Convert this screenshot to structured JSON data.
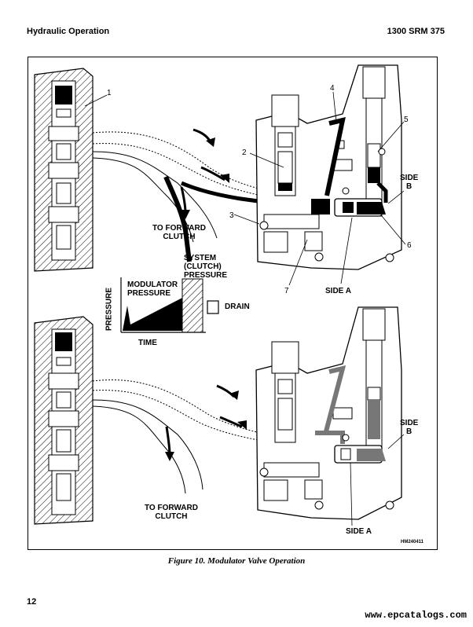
{
  "header": {
    "left": "Hydraulic Operation",
    "right": "1300 SRM 375"
  },
  "figure": {
    "callouts": [
      "1",
      "2",
      "3",
      "4",
      "5",
      "6",
      "7"
    ],
    "labels": {
      "to_forward_clutch_top": "TO FORWARD\nCLUTCH",
      "to_forward_clutch_bottom": "TO FORWARD\nCLUTCH",
      "side_b_top": "SIDE\nB",
      "side_b_bottom": "SIDE\nB",
      "side_a_top": "SIDE A",
      "side_a_bottom": "SIDE A",
      "system_pressure": "SYSTEM\n(CLUTCH)\nPRESSURE",
      "modulator_pressure": "MODULATOR\nPRESSURE",
      "pressure_axis": "PRESSURE",
      "time_axis": "TIME",
      "drain": "DRAIN",
      "drawing_id": "HM240411"
    }
  },
  "caption": "Figure 10. Modulator Valve Operation",
  "page_number": "12",
  "watermark": "www.epcatalogs.com"
}
